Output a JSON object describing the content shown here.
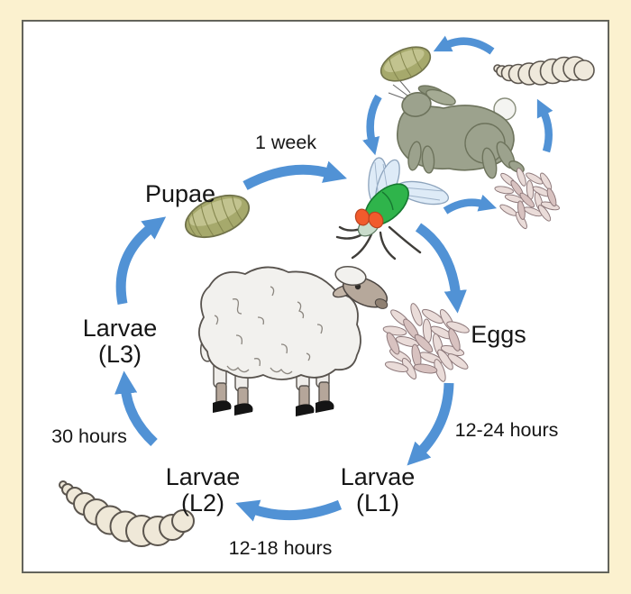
{
  "figure": {
    "type": "life-cycle-diagram",
    "subject": "Blowfly life cycle with sheep host and rabbit carcass",
    "colors": {
      "background": "#FBF1CF",
      "panel": "#FFFFFF",
      "panel_border": "#63645B",
      "arrow": "#5192D5",
      "pupa": "#A6A96C",
      "larva": "#EFE8D8",
      "eggs": "#EADCD9",
      "rabbit": "#9CA28D",
      "fly_body": "#2FB44B",
      "fly_eyes": "#F15B2C",
      "sheep": "#F2F1EE",
      "text": "#161616"
    },
    "labels": {
      "pupae": "Pupae",
      "eggs": "Eggs",
      "larvae": "Larvae",
      "l1": "(L1)",
      "l2": "(L2)",
      "l3": "(L3)"
    },
    "durations": {
      "pupae_to_adult": "1 week",
      "eggs_to_l1": "12-24 hours",
      "l1_to_l2": "12-18 hours",
      "l2_to_l3": "30 hours"
    },
    "illustrations": [
      {
        "name": "adult-blowfly"
      },
      {
        "name": "sheep-host"
      },
      {
        "name": "rabbit-carcass"
      },
      {
        "name": "pupa-large"
      },
      {
        "name": "pupa-small"
      },
      {
        "name": "egg-mass-large"
      },
      {
        "name": "egg-mass-small"
      },
      {
        "name": "larva-large"
      },
      {
        "name": "larva-small"
      }
    ]
  }
}
